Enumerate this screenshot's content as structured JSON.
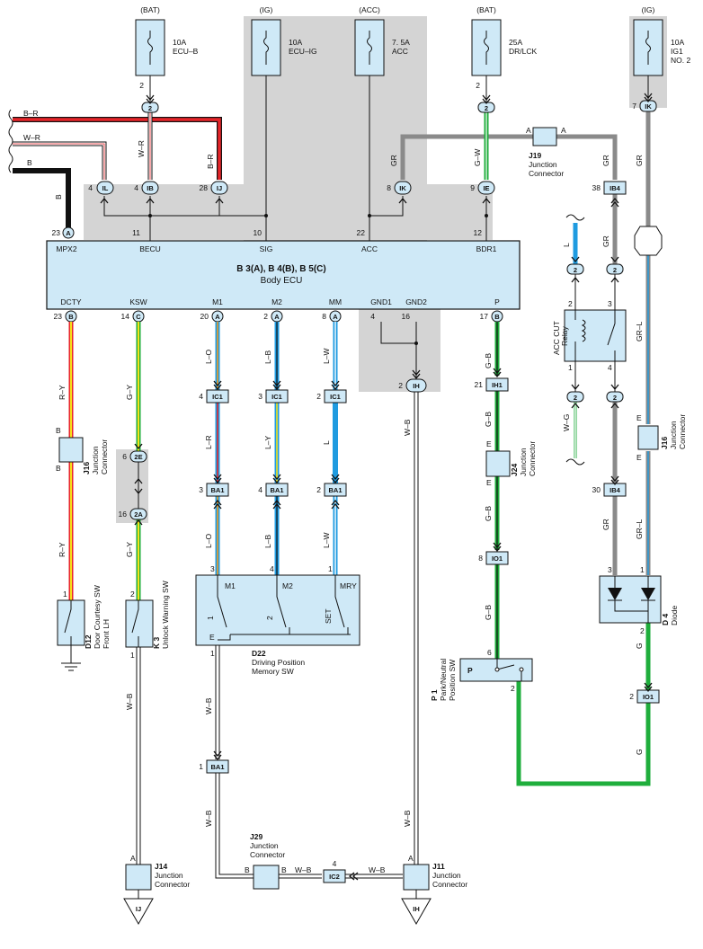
{
  "fuses": [
    {
      "source": "(BAT)",
      "amp": "10A",
      "name": "ECU–B",
      "pin": "2",
      "conn": "2"
    },
    {
      "source": "(IG)",
      "amp": "10A",
      "name": "ECU–IG"
    },
    {
      "source": "(ACC)",
      "amp": "7. 5A",
      "name": "ACC"
    },
    {
      "source": "(BAT)",
      "amp": "25A",
      "name": "DR/LCK",
      "pin": "2",
      "conn": "2"
    },
    {
      "source": "(IG)",
      "amp": "10A",
      "name": "IG1",
      "name2": "NO. 2",
      "pin": "7",
      "conn": "IK"
    }
  ],
  "ecu": {
    "title": "B 3(A), B 4(B), B 5(C)",
    "subtitle": "Body ECU",
    "top_terminals": [
      "MPX2",
      "BECU",
      "SIG",
      "ACC",
      "BDR1"
    ],
    "top_pins": [
      "23",
      "11",
      "10",
      "22",
      "12"
    ],
    "top_conn_a": "A",
    "bottom_terminals": [
      "DCTY",
      "KSW",
      "M1",
      "M2",
      "MM",
      "GND1",
      "GND2",
      "P"
    ],
    "bottom_pins": [
      "23",
      "14",
      "20",
      "2",
      "8",
      "4",
      "16",
      "17"
    ],
    "bottom_conns": [
      "B",
      "C",
      "A",
      "A",
      "A",
      "B"
    ]
  },
  "top_connectors": [
    {
      "pin": "4",
      "id": "IL"
    },
    {
      "pin": "4",
      "id": "IB"
    },
    {
      "pin": "28",
      "id": "IJ"
    },
    {
      "pin": "8",
      "id": "IK"
    },
    {
      "pin": "9",
      "id": "IE"
    }
  ],
  "wire_labels": {
    "br": "B–R",
    "wr": "W–R",
    "b": "B",
    "b2": "B",
    "wr2": "W–R",
    "br2": "B–R",
    "gr1": "GR",
    "gw": "G–W",
    "gr2": "GR",
    "gr3": "GR",
    "gr4": "GR",
    "l": "L",
    "ry1": "R–Y",
    "ry2": "R–Y",
    "gy1": "G–Y",
    "gy2": "G–Y",
    "lo1": "L–O",
    "lb1": "L–B",
    "lw1": "L–W",
    "lr": "L–R",
    "ly": "L–Y",
    "l2": "L",
    "lo2": "L–O",
    "lb2": "L–B",
    "lw2": "L–W",
    "wb1": "W–B",
    "gb1": "G–B",
    "gb2": "G–B",
    "gb3": "G–B",
    "gb4": "G–B",
    "grl1": "GR–L",
    "grl2": "GR–L",
    "wg": "W–G",
    "gr5": "GR",
    "g1": "G",
    "g2": "G",
    "wb2": "W–B",
    "wb3": "W–B",
    "wb4": "W–B",
    "wb5": "W–B",
    "wb6": "W–B",
    "wb7": "W–B"
  },
  "junctions": {
    "j19": {
      "id": "J19",
      "text": "Junction",
      "text2": "Connector",
      "pin_l": "A",
      "pin_r": "A"
    },
    "j16a": {
      "id": "J16",
      "text": "Junction",
      "text2": "Connector",
      "pin_t": "B",
      "pin_b": "B"
    },
    "j24": {
      "id": "J24",
      "text": "Junction",
      "text2": "Connector",
      "pin_t": "E",
      "pin_b": "E"
    },
    "j16b": {
      "id": "J16",
      "text": "Junction",
      "text2": "Connector",
      "pin_t": "E",
      "pin_b": "E"
    },
    "j14": {
      "id": "J14",
      "text": "Junction",
      "text2": "Connector",
      "pin": "A",
      "ground": "IJ"
    },
    "j29": {
      "id": "J29",
      "text": "Junction",
      "text2": "Connector",
      "pin_l": "B",
      "pin_r": "B"
    },
    "j11": {
      "id": "J11",
      "text": "Junction",
      "text2": "Connector",
      "pin": "A",
      "ground": "IH"
    }
  },
  "inline_connectors": [
    {
      "pin": "4",
      "id": "IC1"
    },
    {
      "pin": "3",
      "id": "IC1"
    },
    {
      "pin": "2",
      "id": "IC1"
    },
    {
      "pin": "3",
      "id": "BA1"
    },
    {
      "pin": "4",
      "id": "BA1"
    },
    {
      "pin": "2",
      "id": "BA1"
    },
    {
      "pin": "2",
      "id": "IH"
    },
    {
      "pin": "21",
      "id": "IH1"
    },
    {
      "pin": "8",
      "id": "IO1"
    },
    {
      "pin": "38",
      "id": "IB4"
    },
    {
      "pin": "30",
      "id": "IB4"
    },
    {
      "pin": "1",
      "id": "BA1"
    },
    {
      "pin": "4",
      "id": "IC2"
    },
    {
      "pin": "2",
      "id": "IO1"
    },
    {
      "pin": "6",
      "id": "2E"
    },
    {
      "pin": "16",
      "id": "2A"
    }
  ],
  "relay": {
    "name": "ACC CUT",
    "name2": "Relay",
    "pins": [
      "2",
      "3",
      "1",
      "4"
    ],
    "conn_top_l": "2",
    "conn_top_r": "2",
    "conn_bot_l": "2",
    "conn_bot_r": "2"
  },
  "switches": {
    "d12": {
      "id": "D12",
      "name": "Door Courtesy SW",
      "name2": "Front LH",
      "pin": "1"
    },
    "k3": {
      "id": "K 3",
      "name": "Unlock Warning SW",
      "pin_t": "2",
      "pin_b": "1"
    },
    "d22": {
      "id": "D22",
      "name": "Driving Position",
      "name2": "Memory SW",
      "pins": [
        "3",
        "4",
        "1"
      ],
      "terms": [
        "M1",
        "M2",
        "MRY",
        "E"
      ],
      "labels": [
        "1",
        "2",
        "SET"
      ],
      "pin_e": "1"
    },
    "p1": {
      "id": "P 1",
      "name": "Park/Neutral",
      "name2": "Position SW",
      "pin_t": "6",
      "pin_b": "2",
      "term": "P"
    },
    "d4": {
      "id": "D 4",
      "name": "Diode",
      "pins": [
        "3",
        "1",
        "2"
      ]
    }
  },
  "colors": {
    "shade": "#d4d4d4",
    "ecu_fill": "#cfe9f7",
    "red": "#e8252a",
    "yellow": "#f5e21a",
    "green": "#1fae3c",
    "blue": "#1f9be0",
    "gray": "#8a8a8a",
    "white": "#ffffff"
  }
}
